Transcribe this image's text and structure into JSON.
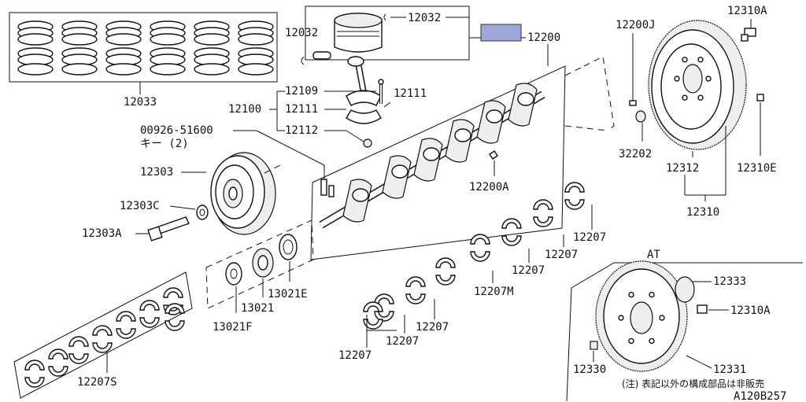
{
  "highlight_color": "#9fa8da",
  "labels": {
    "piston_ring_set": "12033",
    "piston_pin_clip_left": "12032",
    "piston_pin_clip_right": "12032",
    "crankshaft": "12200",
    "conrod_bolt": "12109",
    "conrod_nut": "12111",
    "conrod_bearing_cap": "12111",
    "conrod_assembly": "12100",
    "conrod_bushing": "12112",
    "key_part_no": "00926-51600",
    "key_qty": "キー (2)",
    "crank_pulley": "12303",
    "pulley_washer": "12303C",
    "pulley_bolt": "12303A",
    "crank_plug": "12200A",
    "flywheel_pilot_pin": "12200J",
    "flywheel_bolt_top": "12310A",
    "pilot_bushing": "32202",
    "flywheel_ring_gear": "12312",
    "flywheel_dowel": "12310E",
    "flywheel_assembly": "12310",
    "main_bearing_a": "12207",
    "main_bearing_b": "12207",
    "main_bearing_c": "12207",
    "main_bearing_m": "12207M",
    "main_bearing_d": "12207",
    "main_bearing_e": "12207",
    "main_bearing_f": "12207",
    "sprocket_spacer": "13021F",
    "crank_sprocket": "13021",
    "thrust_washer": "13021E",
    "bearing_set_std": "12207S",
    "at_section": "AT",
    "drive_plate_reinforcement": "12333",
    "drive_plate_bolt": "12310A",
    "drive_plate_pilot": "12330",
    "drive_plate": "12331",
    "note": "(注) 表記以外の構成部品は非販売",
    "diagram_code": "A120B257"
  }
}
